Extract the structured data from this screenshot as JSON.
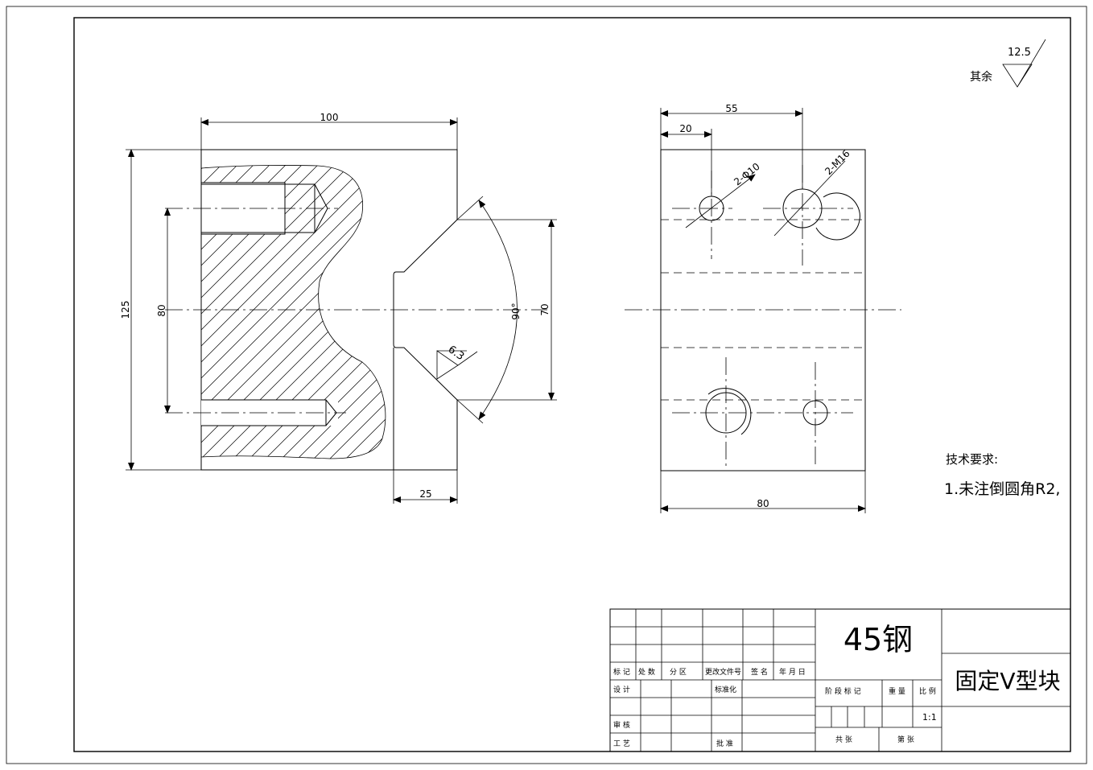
{
  "title_block": {
    "material": "45钢",
    "part_name": "固定V型块",
    "scale": "1:1",
    "labels": {
      "mark": "标 记",
      "count": "处 数",
      "zone": "分 区",
      "change_doc": "更改文件号",
      "signature": "签 名",
      "date": "年 月 日",
      "design": "设 计",
      "standardize": "标准化",
      "review": "审 核",
      "process": "工 艺",
      "approve": "批 准",
      "stage_mark": "阶 段 标 记",
      "weight": "重 量",
      "scale_label": "比 例",
      "sheet_total": "共 张",
      "sheet_no": "第 张"
    }
  },
  "roughness": {
    "other_label": "其余",
    "other_value": "12.5",
    "v_surface_value": "6.3"
  },
  "technical_requirements": {
    "heading": "技术要求:",
    "item1": "1.未注倒圆角R2,"
  },
  "dimensions": {
    "front_width": "100",
    "front_height": "125",
    "hole_spacing": "80",
    "v_opening": "70",
    "v_angle": "90°",
    "base_width": "25",
    "side_width": "80",
    "side_hole_x": "55",
    "side_hole_small_x": "20",
    "hole_callout_dia": "2-Φ10",
    "hole_callout_thread": "2-M16"
  }
}
